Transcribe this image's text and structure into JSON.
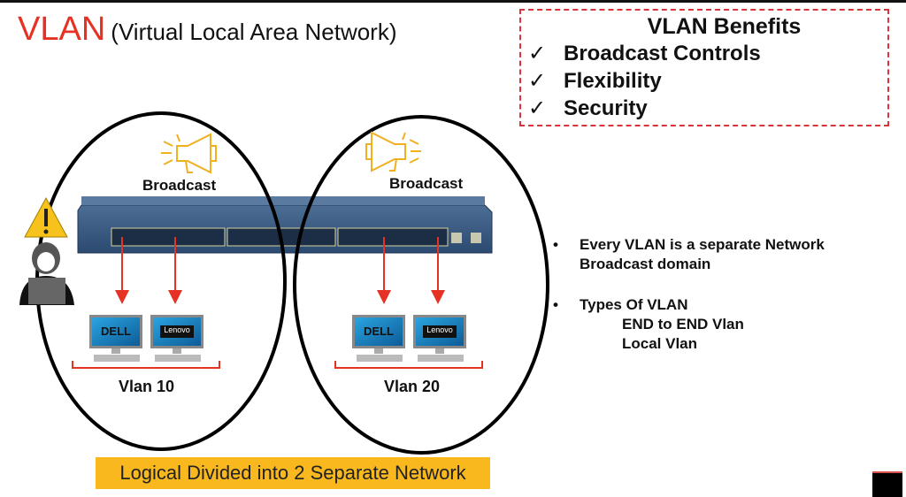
{
  "title": {
    "main": "VLAN",
    "sub": "(Virtual Local Area Network)"
  },
  "benefits": {
    "heading": "VLAN Benefits",
    "check_icon": "✓",
    "items": [
      "Broadcast Controls",
      "Flexibility",
      "Security"
    ]
  },
  "diagram": {
    "broadcast_left": "Broadcast",
    "broadcast_right": "Broadcast",
    "vlan_left": "Vlan 10",
    "vlan_right": "Vlan 20",
    "pc_brands": [
      "DELL",
      "Lenovo"
    ],
    "colors": {
      "arrow": "#e53224",
      "ellipse": "#000000",
      "switch": "#3a5a80",
      "megaphone": "#f0b020"
    }
  },
  "bullets": {
    "dot": "•",
    "item1_line1": "Every VLAN is a separate Network",
    "item1_line2": "Broadcast domain",
    "item2": "Types Of VLAN",
    "types": [
      "END to END Vlan",
      "Local Vlan"
    ]
  },
  "banner": "Logical Divided into 2 Separate Network"
}
